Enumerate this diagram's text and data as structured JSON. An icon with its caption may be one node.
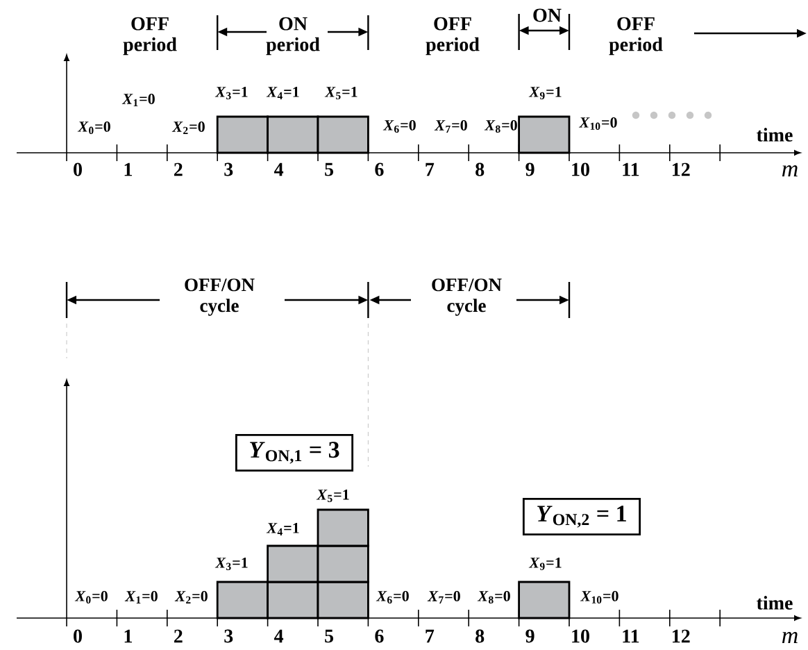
{
  "diagram": {
    "nodes": [
      {
        "text": [
          "*Y*$_{ON,1}$ = 3"
        ]
      },
      {
        "text": [
          "*Y*$_{ON,2}$ = 1"
        ]
      }
    ],
    "labels": [
      "OFF period",
      "ON period",
      "OFF period",
      "ON",
      "OFF period",
      "*X*$_{0}$=0",
      "*X*$_{1}$=0",
      "*X*$_{2}$=0",
      "*X*$_{3}$=1",
      "*X*$_{4}$=1",
      "*X*$_{5}$=1",
      "*X*$_{6}$=0",
      "*X*$_{7}$=0",
      "*X*$_{8}$=0",
      "*X*$_{9}$=1",
      "*X*$_{10}$=0",
      "time",
      "0",
      "1",
      "2",
      "3",
      "4",
      "5",
      "6",
      "7",
      "8",
      "9",
      "10",
      "11",
      "12",
      "m",
      "OFF/ON cycle",
      "OFF/ON cycle",
      "*X*$_{0}$=0",
      "*X*$_{1}$=0",
      "*X*$_{2}$=0",
      "*X*$_{3}$=1",
      "*X*$_{4}$=1",
      "*X*$_{5}$=1",
      "*X*$_{6}$=0",
      "*X*$_{7}$=0",
      "*X*$_{8}$=0",
      "*X*$_{9}$=1",
      "*X*$_{10}$=0",
      "time",
      "0",
      "1",
      "2",
      "3",
      "4",
      "5",
      "6",
      "7",
      "8",
      "9",
      "10",
      "11",
      "12",
      "m"
    ]
  }
}
